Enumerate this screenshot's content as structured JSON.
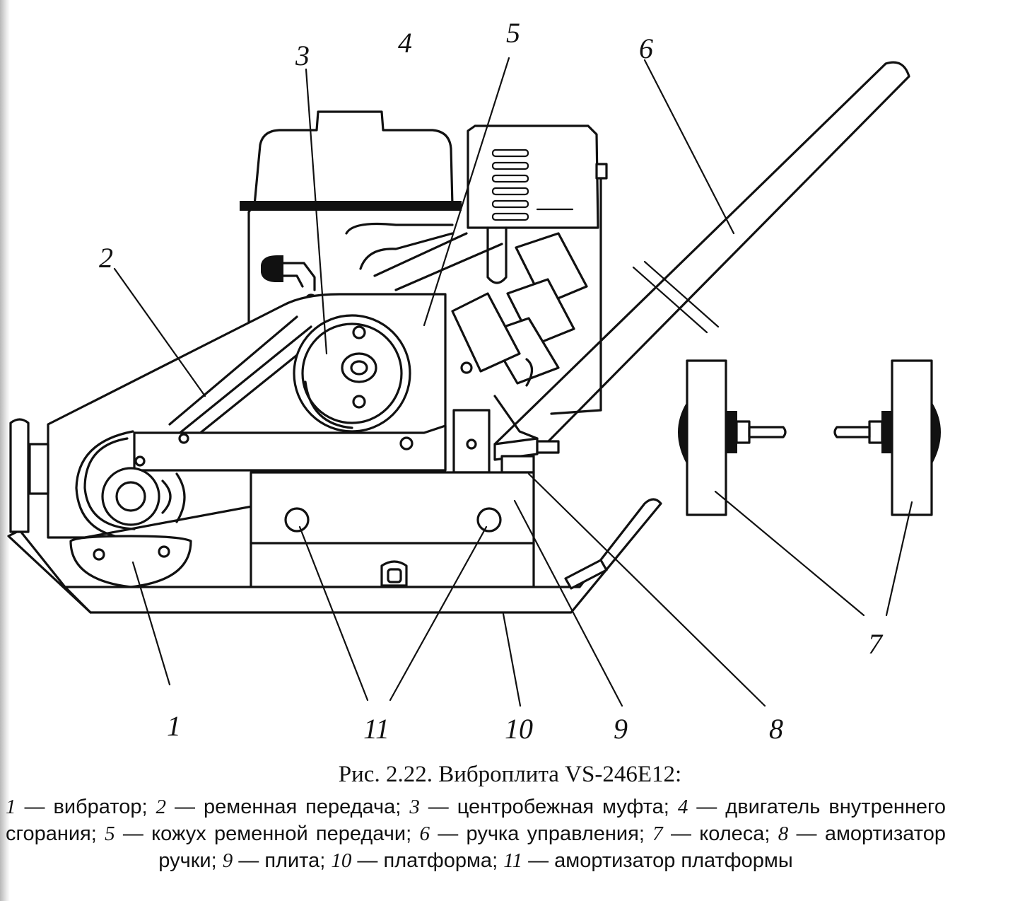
{
  "figure": {
    "caption": "Рис. 2.22. Виброплита VS-246E12:",
    "legend": [
      {
        "num": "1",
        "text": "вибратор;"
      },
      {
        "num": "2",
        "text": "ременная передача;"
      },
      {
        "num": "3",
        "text": "центробежная муфта;"
      },
      {
        "num": "4",
        "text": "двигатель внутреннего сгорания;"
      },
      {
        "num": "5",
        "text": "кожух ременной передачи;"
      },
      {
        "num": "6",
        "text": "ручка управления;"
      },
      {
        "num": "7",
        "text": "колеса;"
      },
      {
        "num": "8",
        "text": "амортизатор ручки;"
      },
      {
        "num": "9",
        "text": "плита;"
      },
      {
        "num": "10",
        "text": "платформа;"
      },
      {
        "num": "11",
        "text": "амортизатор платформы"
      }
    ],
    "callouts": [
      "1",
      "2",
      "3",
      "4",
      "5",
      "6",
      "7",
      "8",
      "9",
      "10",
      "11"
    ]
  },
  "colors": {
    "ink": "#111111",
    "paper": "#ffffff"
  }
}
